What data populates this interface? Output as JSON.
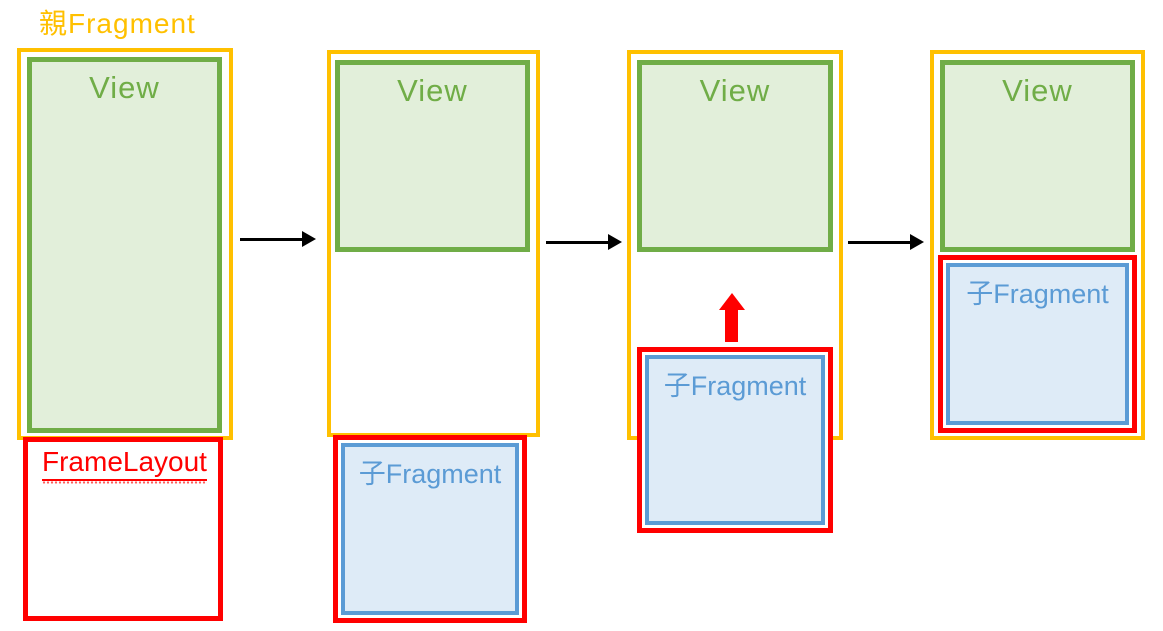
{
  "title": "親Fragment",
  "labels": {
    "view": "View",
    "frame_layout": "FrameLayout",
    "child_fragment": "子Fragment"
  },
  "colors": {
    "parent_fragment_border": "#FFC000",
    "title_text": "#FFC000",
    "view_border": "#70AD47",
    "view_fill": "#E2EFDA",
    "view_text": "#70AD47",
    "child_fragment_border": "#5B9BD5",
    "child_fragment_fill": "#DEEBF7",
    "child_fragment_text": "#5B9BD5",
    "highlight_border": "#FF0000",
    "frame_layout_text": "#FF0000",
    "flow_arrow": "#000000",
    "move_up_arrow": "#FF0000"
  },
  "steps": [
    {
      "panel": 1,
      "contents": [
        "View",
        "FrameLayout"
      ]
    },
    {
      "panel": 2,
      "contents": [
        "View",
        "子Fragment"
      ]
    },
    {
      "panel": 3,
      "contents": [
        "View",
        "子Fragment"
      ],
      "annotation": "child fragment moving up into parent"
    },
    {
      "panel": 4,
      "contents": [
        "View",
        "子Fragment"
      ]
    }
  ]
}
